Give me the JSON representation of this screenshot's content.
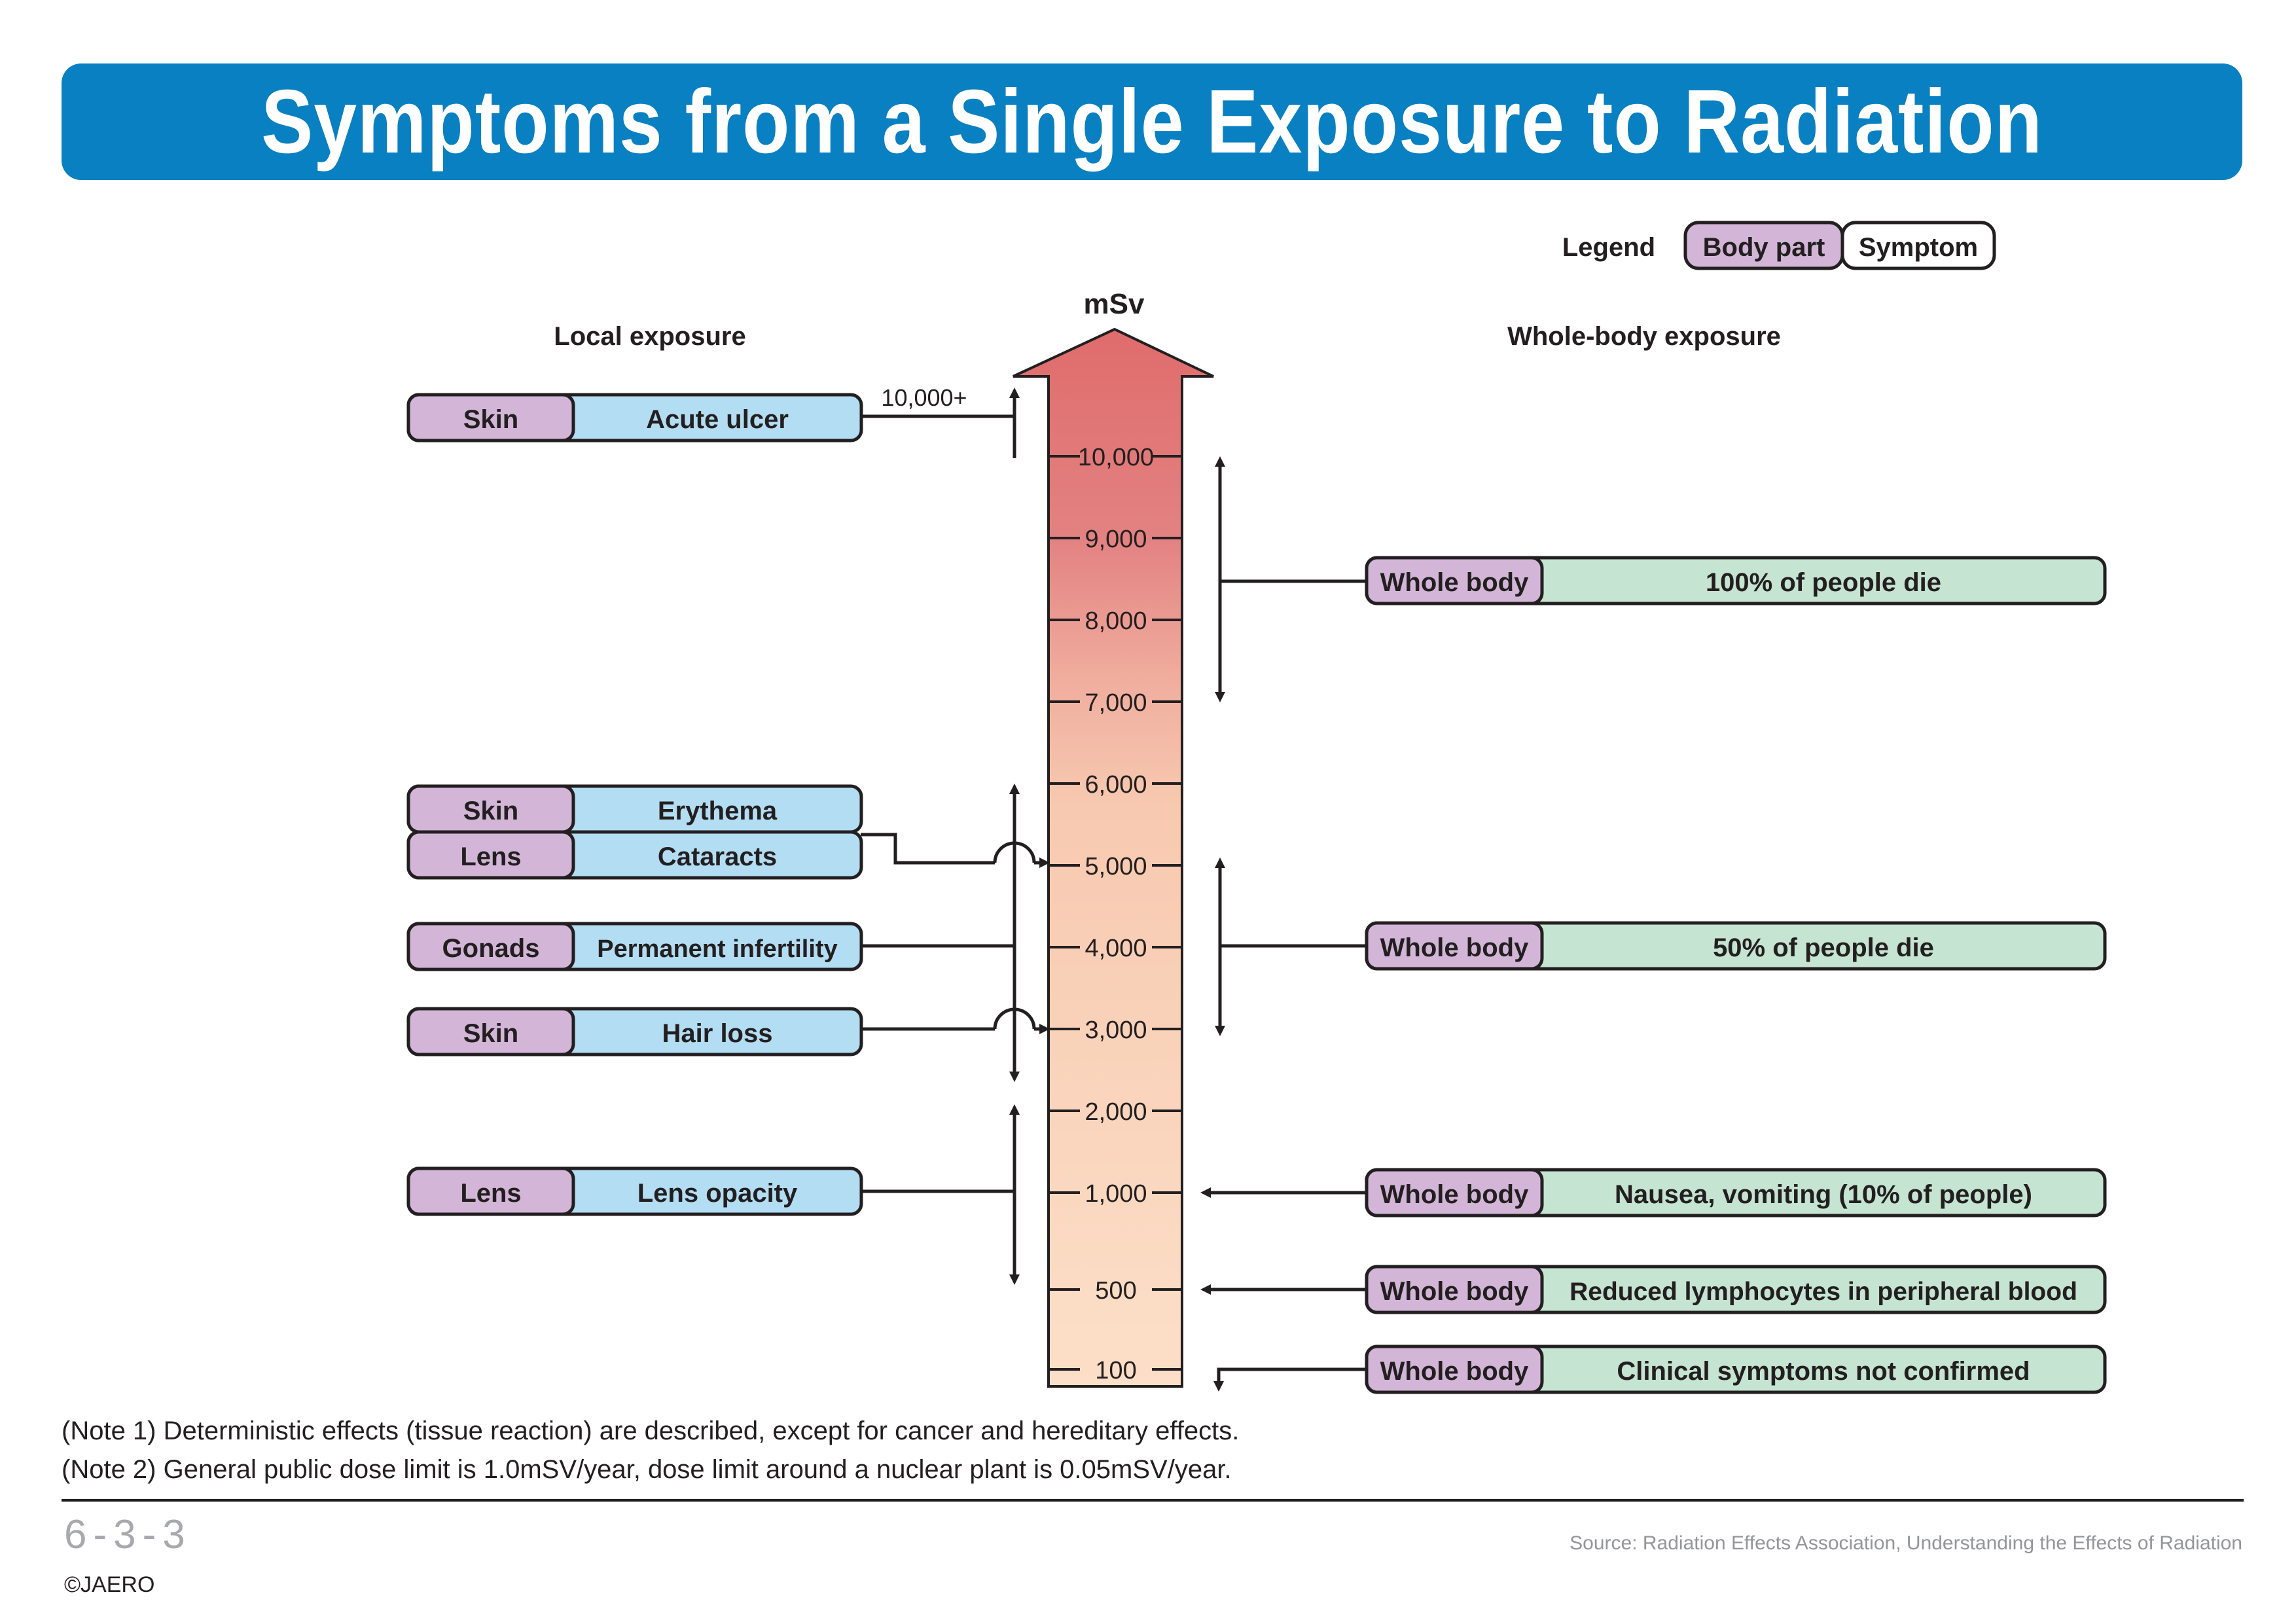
{
  "title": "Symptoms from a Single Exposure to Radiation",
  "legend": {
    "label": "Legend",
    "body_part": "Body part",
    "symptom": "Symptom"
  },
  "axis": {
    "unit": "mSv",
    "ticks": [
      "10,000",
      "9,000",
      "8,000",
      "7,000",
      "6,000",
      "5,000",
      "4,000",
      "3,000",
      "2,000",
      "1,000",
      "500",
      "100"
    ],
    "top_label": "10,000+"
  },
  "local_exposure": {
    "heading": "Local exposure",
    "rows": [
      {
        "body_part": "Skin",
        "symptom": "Acute ulcer"
      },
      {
        "body_part": "Skin",
        "symptom": "Erythema"
      },
      {
        "body_part": "Lens",
        "symptom": "Cataracts"
      },
      {
        "body_part": "Gonads",
        "symptom": "Permanent infertility"
      },
      {
        "body_part": "Skin",
        "symptom": "Hair loss"
      },
      {
        "body_part": "Lens",
        "symptom": "Lens opacity"
      }
    ]
  },
  "whole_body_exposure": {
    "heading": "Whole-body exposure",
    "rows": [
      {
        "body_part": "Whole body",
        "symptom": "100% of people die"
      },
      {
        "body_part": "Whole body",
        "symptom": "50% of people die"
      },
      {
        "body_part": "Whole body",
        "symptom": "Nausea, vomiting (10% of people)"
      },
      {
        "body_part": "Whole body",
        "symptom": "Reduced lymphocytes in peripheral blood"
      },
      {
        "body_part": "Whole body",
        "symptom": "Clinical symptoms not confirmed"
      }
    ]
  },
  "notes": [
    "(Note 1) Deterministic effects (tissue reaction) are described, except for cancer and hereditary effects.",
    "(Note 2) General public dose limit is 1.0mSV/year, dose limit around a nuclear plant is 0.05mSV/year."
  ],
  "footer": {
    "figure_number": "6-3-3",
    "copyright": "©JAERO",
    "source": "Source: Radiation Effects Association, Understanding the Effects of Radiation"
  },
  "colors": {
    "title_bar": "#0980c1",
    "body_part": "#d3b6d7",
    "local_symptom": "#b3ddf3",
    "whole_symptom": "#c5e4d2",
    "scale_top": "#e06f6f",
    "scale_bottom": "#fcdcc5"
  }
}
